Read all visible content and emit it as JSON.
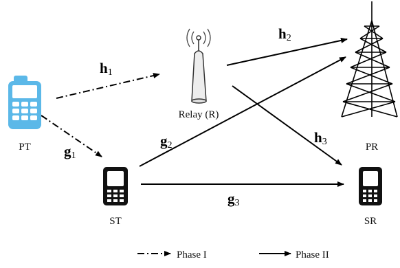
{
  "nodes": {
    "pt": {
      "label": "PT"
    },
    "relay": {
      "label": "Relay (R)"
    },
    "pr": {
      "label": "PR"
    },
    "st": {
      "label": "ST"
    },
    "sr": {
      "label": "SR"
    }
  },
  "channels": {
    "h1": {
      "base": "h",
      "sub": "1"
    },
    "h2": {
      "base": "h",
      "sub": "2"
    },
    "h3": {
      "base": "h",
      "sub": "3"
    },
    "g1": {
      "base": "g",
      "sub": "1"
    },
    "g2": {
      "base": "g",
      "sub": "2"
    },
    "g3": {
      "base": "g",
      "sub": "3"
    }
  },
  "legend": {
    "phase1": "Phase I",
    "phase2": "Phase II"
  },
  "colors": {
    "pt_phone": "#5bb8e8",
    "device_dark": "#111111",
    "line": "#000000"
  },
  "icons": {
    "pt": "mobile-phone-icon",
    "relay": "relay-antenna-icon",
    "pr": "cell-tower-icon",
    "st": "mobile-phone-icon",
    "sr": "mobile-phone-icon"
  }
}
